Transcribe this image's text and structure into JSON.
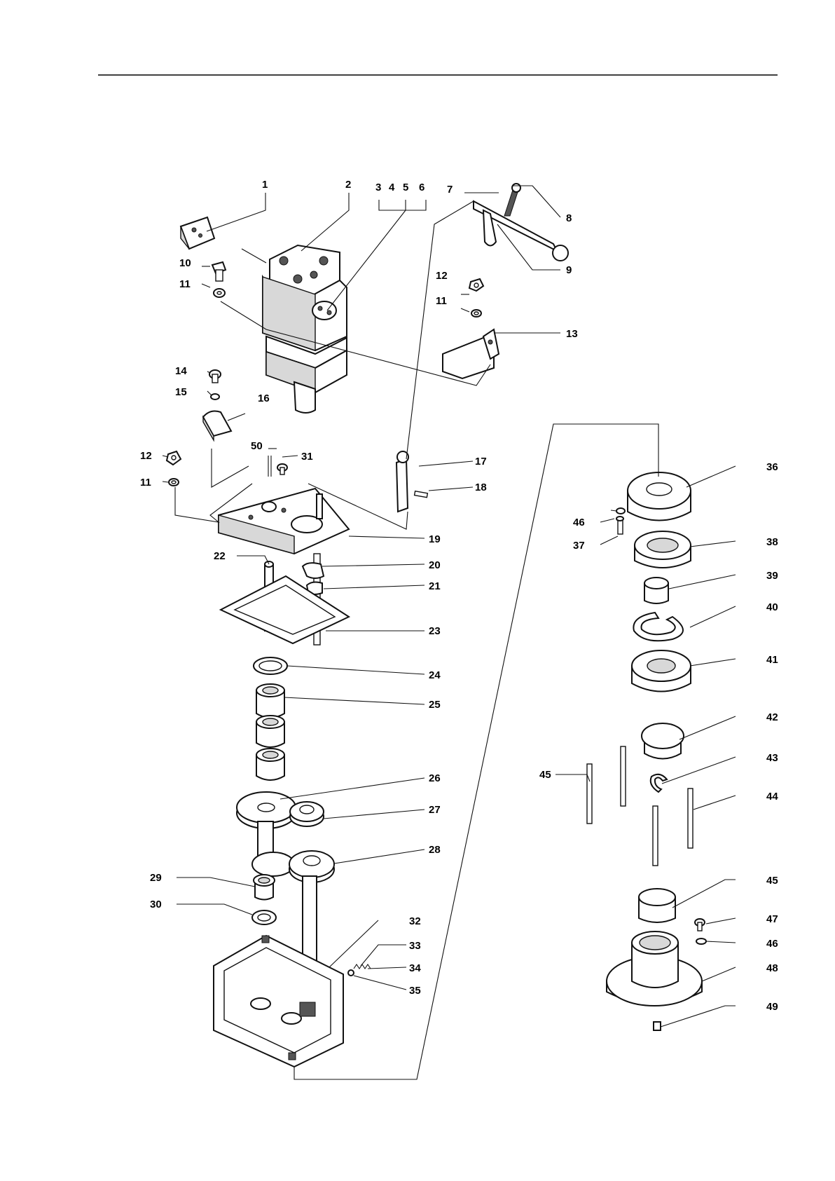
{
  "callouts": {
    "c1": "1",
    "c2": "2",
    "c3": "3",
    "c4": "4",
    "c5": "5",
    "c6": "6",
    "c7": "7",
    "c8": "8",
    "c9": "9",
    "c10": "10",
    "c11a": "11",
    "c11b": "11",
    "c11c": "11",
    "c12a": "12",
    "c12b": "12",
    "c13": "13",
    "c14": "14",
    "c15": "15",
    "c16": "16",
    "c17": "17",
    "c18": "18",
    "c19": "19",
    "c20": "20",
    "c21": "21",
    "c22": "22",
    "c23": "23",
    "c24": "24",
    "c25": "25",
    "c26": "26",
    "c27": "27",
    "c28": "28",
    "c29": "29",
    "c30": "30",
    "c31": "31",
    "c32": "32",
    "c33": "33",
    "c34": "34",
    "c35": "35",
    "c36": "36",
    "c37": "37",
    "c38": "38",
    "c39": "39",
    "c40": "40",
    "c41": "41",
    "c42": "42",
    "c43": "43",
    "c44": "44",
    "c45a": "45",
    "c45b": "45",
    "c46a": "46",
    "c46b": "46",
    "c47": "47",
    "c48": "48",
    "c49": "49",
    "c50": "50"
  }
}
